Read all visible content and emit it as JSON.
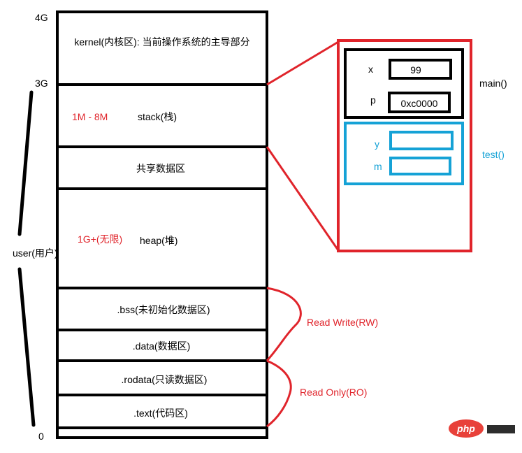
{
  "colors": {
    "black": "#000000",
    "red": "#e0242b",
    "blue": "#15a2d6",
    "white": "#ffffff",
    "watermark_red": "#e8413a",
    "watermark_dark": "#2d2d2d"
  },
  "left_axis": {
    "label_4g": "4G",
    "label_3g": "3G",
    "label_0": "0",
    "user_label": "user(用户)"
  },
  "memory": {
    "kernel": "kernel(内核区): 当前操作系统的主导部分",
    "stack_size": "1M - 8M",
    "stack": "stack(栈)",
    "shared": "共享数据区",
    "heap_size": "1G+(无限)",
    "heap": "heap(堆)",
    "bss": ".bss(未初始化数据区)",
    "data": ".data(数据区)",
    "rodata": ".rodata(只读数据区)",
    "text": ".text(代码区)"
  },
  "annotations": {
    "rw": "Read Write(RW)",
    "ro": "Read Only(RO)"
  },
  "stack_frames": {
    "main": {
      "label": "main()",
      "x_name": "x",
      "x_value": "99",
      "p_name": "p",
      "p_value": "0xc0000"
    },
    "test": {
      "label": "test()",
      "y_name": "y",
      "y_value": "",
      "m_name": "m",
      "m_value": ""
    }
  },
  "watermark": {
    "text": "php"
  }
}
